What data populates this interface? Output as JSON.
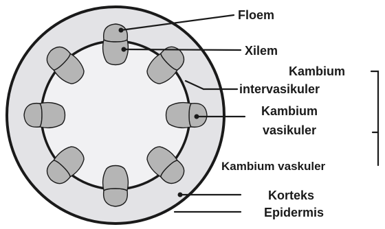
{
  "labels": {
    "floem": "Floem",
    "xilem": "Xilem",
    "kambium_inter_1": "Kambium",
    "kambium_inter_2": "intervasikuler",
    "kambium_vas_1": "Kambium",
    "kambium_vas_2": "vasikuler",
    "kambium_vaskuler": "Kambium vaskuler",
    "korteks": "Korteks",
    "epidermis": "Epidermis"
  },
  "colors": {
    "outline": "#1a1a1a",
    "cortex_fill": "#e3e3e6",
    "pith_fill": "#f1f1f3",
    "bundle_fill": "#b5b5b5"
  }
}
